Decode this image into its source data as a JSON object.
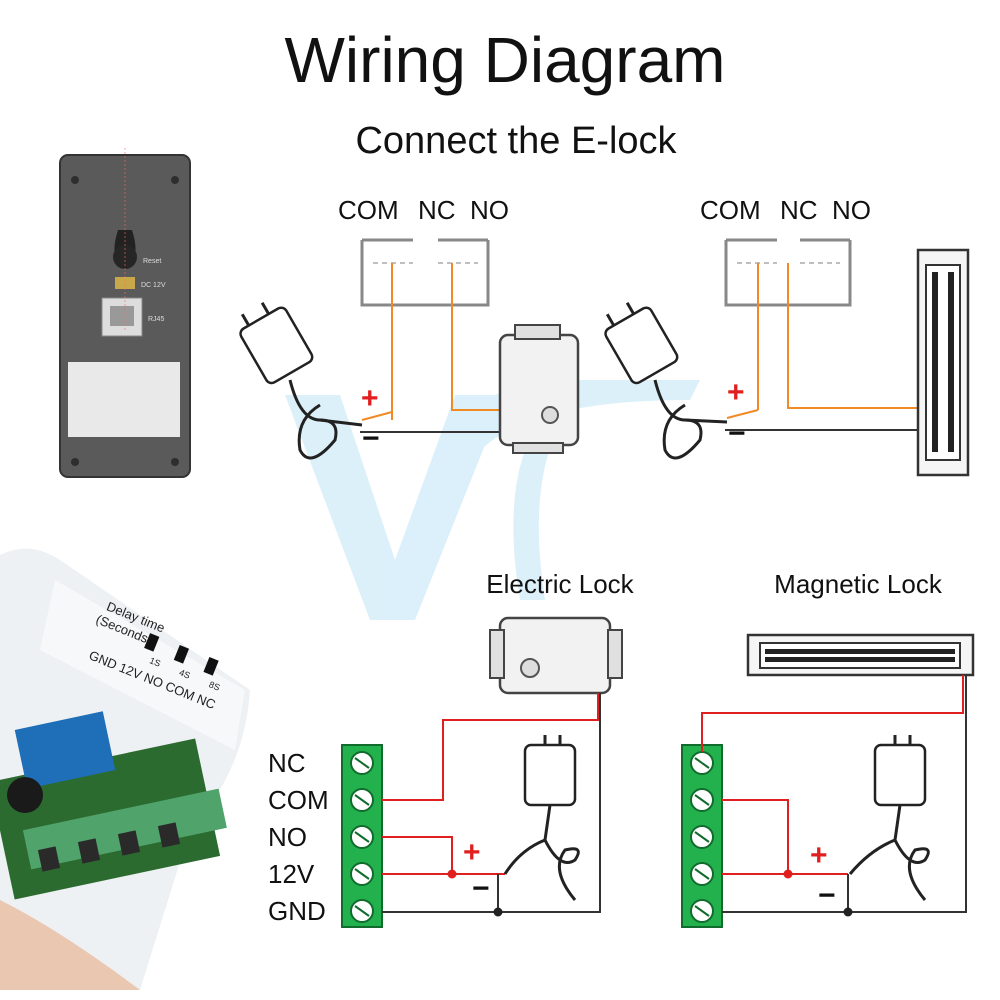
{
  "title": "Wiring Diagram",
  "subtitle": "Connect the E-lock",
  "relay_terminals": [
    "COM",
    "NC",
    "NO"
  ],
  "panel_labels": {
    "reset": "Reset",
    "dc": "DC 12V",
    "rj45": "RJ45"
  },
  "electric_lock_label": "Electric Lock",
  "magnetic_lock_label": "Magnetic Lock",
  "module_pins": [
    "NC",
    "COM",
    "NO",
    "12V",
    "GND"
  ],
  "polarity": {
    "plus": "+",
    "minus": "−"
  },
  "relay_board_text": {
    "delay": "Delay time",
    "seconds": "(Seconds)",
    "s1": "1S",
    "s4": "4S",
    "s8": "8S",
    "pins": "GND 12V  NO COM NC"
  },
  "colors": {
    "wire_orange": "#f08a24",
    "wire_red": "#e02020",
    "wire_dark": "#333333",
    "terminal_green": "#22b14c",
    "watermark": "#bfe4f6"
  }
}
